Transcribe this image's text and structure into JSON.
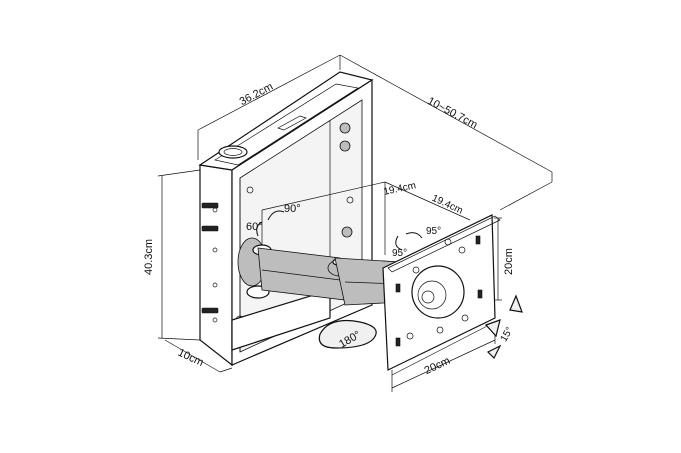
{
  "dimensions": {
    "width": "36.2cm",
    "height": "40.3cm",
    "depth": "10cm",
    "extension": "10~50.7cm",
    "arm_segment_1": "19.4cm",
    "arm_segment_2": "19.4cm",
    "plate_width": "20cm",
    "plate_height": "20cm"
  },
  "angles": {
    "tilt_up": "90°",
    "tilt_down": "60°",
    "swivel_left": "95°",
    "swivel_right": "95°",
    "rotation": "180°",
    "tilt_plate": "15°"
  }
}
